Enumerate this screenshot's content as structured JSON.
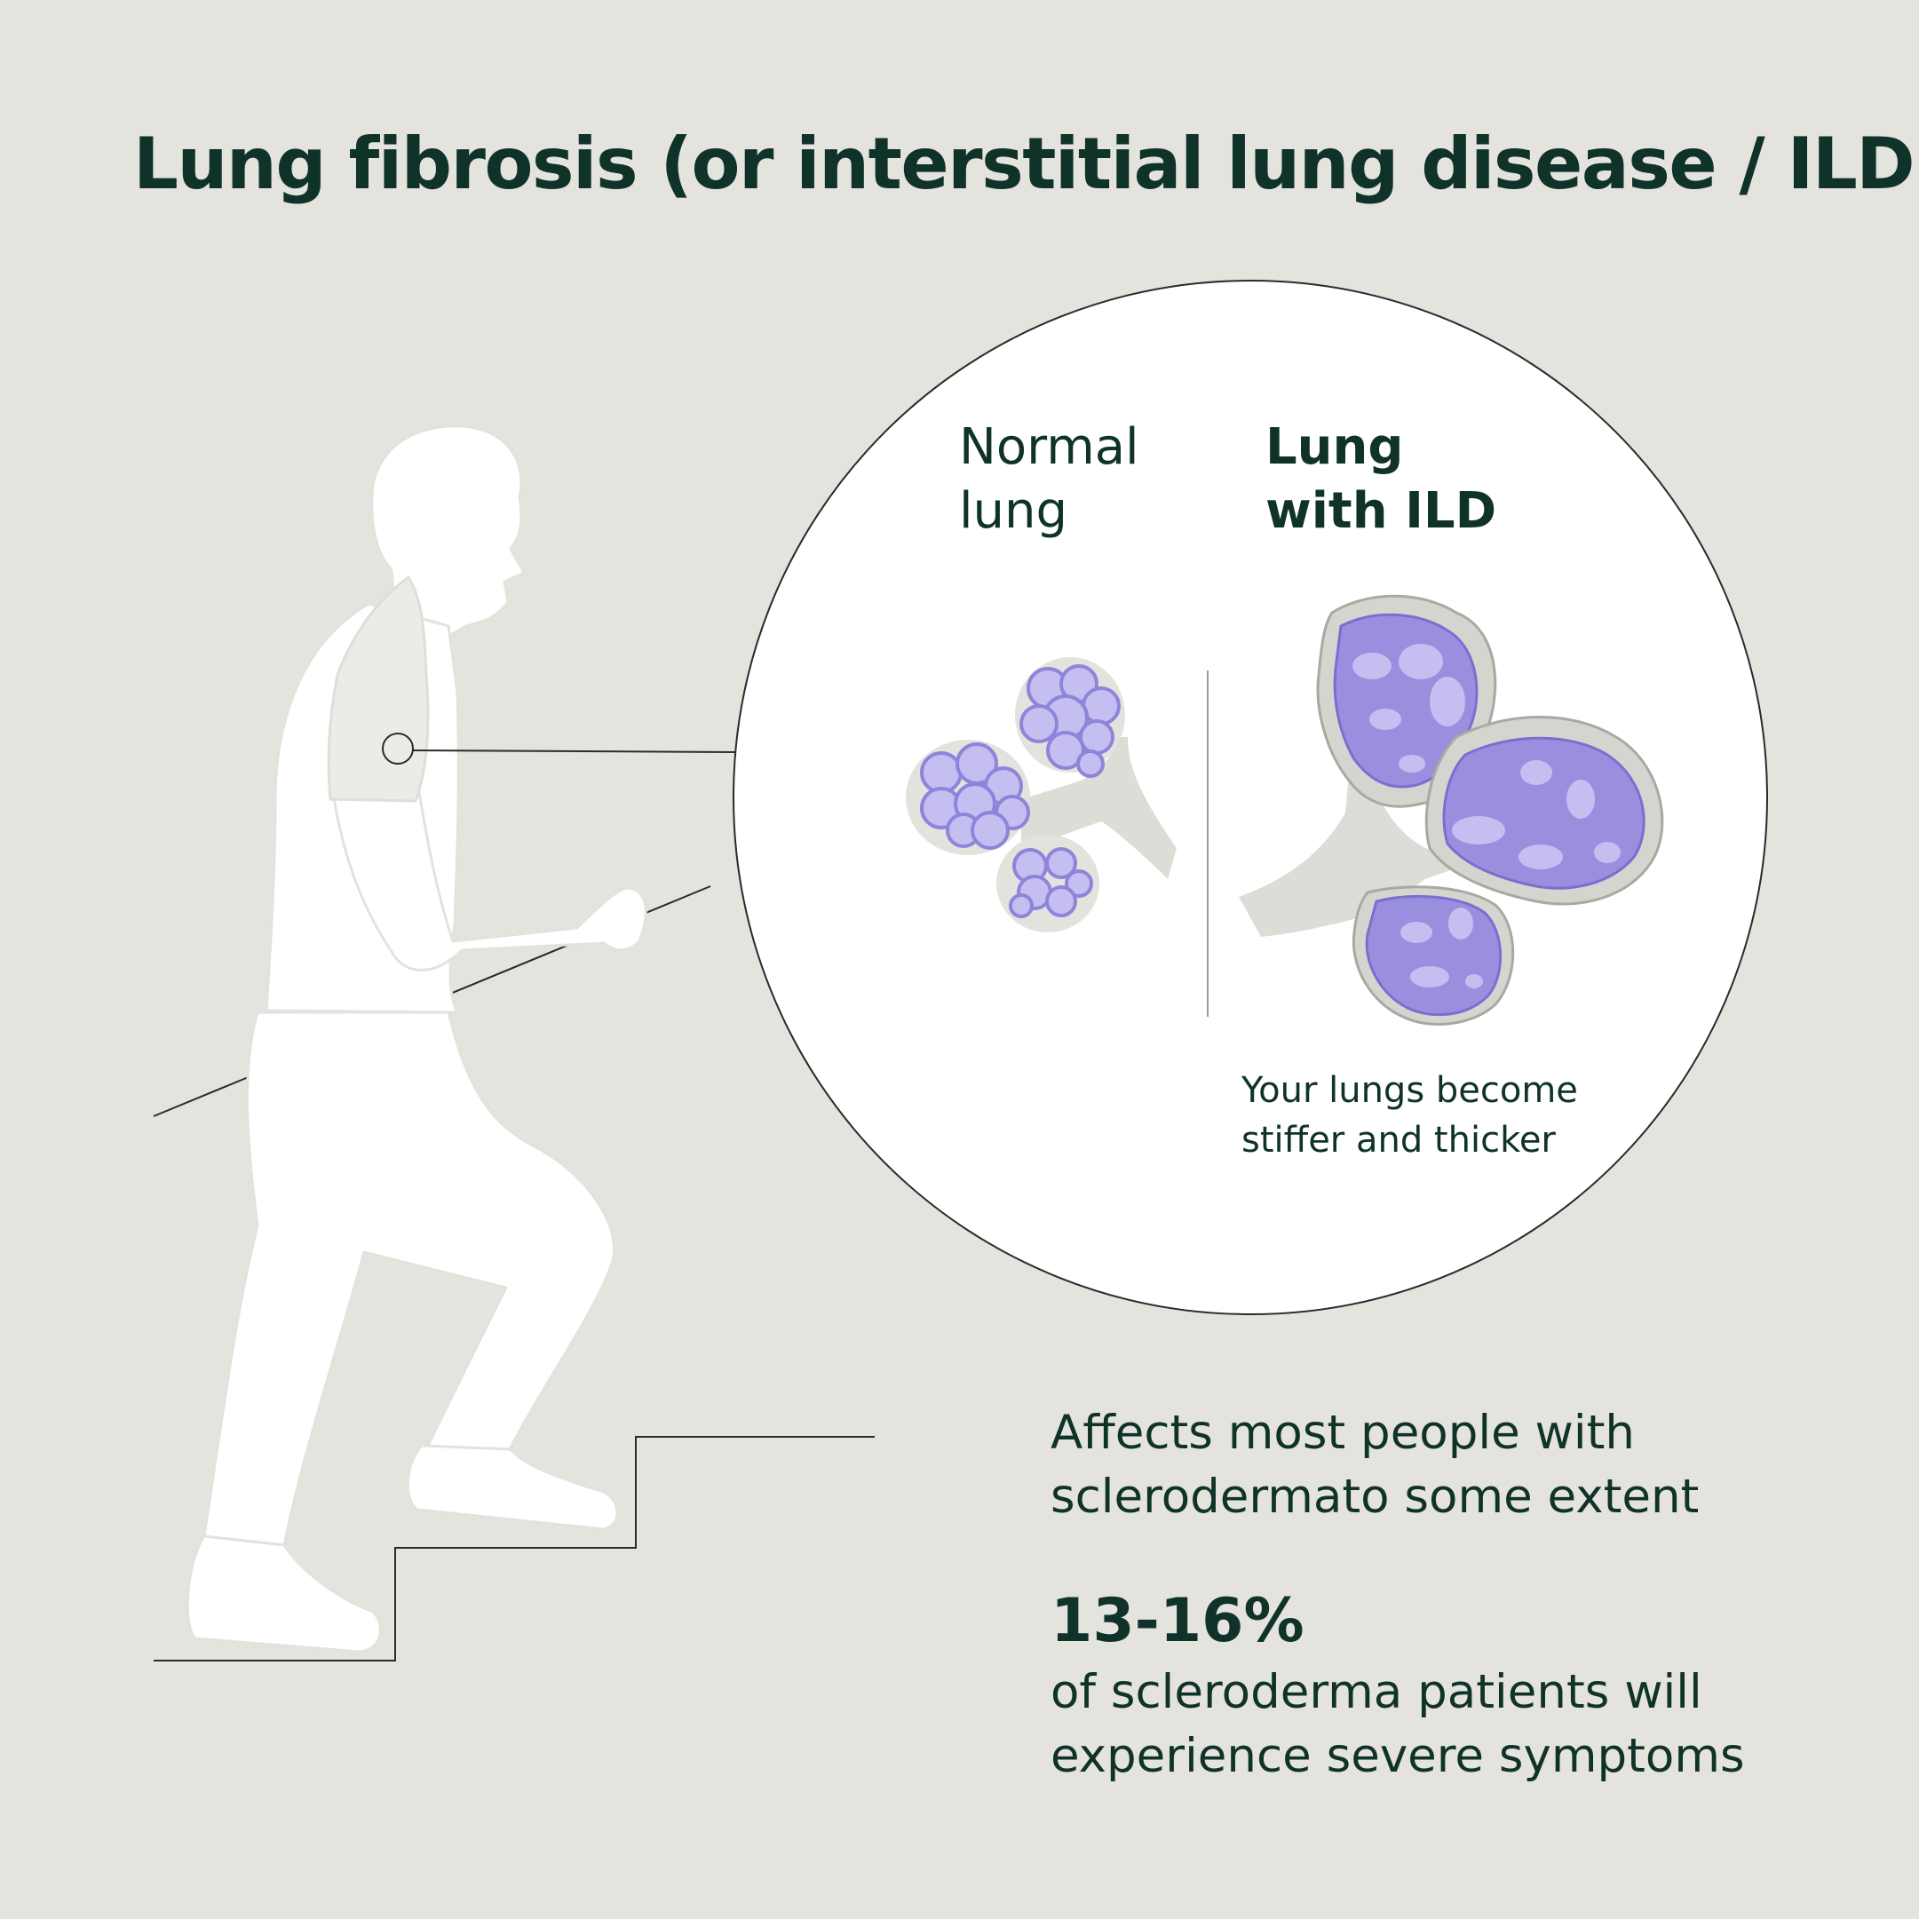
{
  "title": "Lung fibrosis (or interstitial lung disease / ILD)",
  "zoom": {
    "normal_label": [
      "Normal",
      "lung"
    ],
    "ild_label": [
      "Lung",
      "with ILD"
    ],
    "caption": [
      "Your lungs become",
      "stiffer and thicker"
    ]
  },
  "facts": {
    "prevalence": [
      "Affects most people with",
      "sclerodermato some extent"
    ],
    "stat_value": "13-16%",
    "stat_text": [
      "of scleroderma patients will",
      "experience severe symptoms"
    ]
  },
  "colors": {
    "background": "#e5e3de",
    "text": "#0f3329",
    "alveoli_fill": "#c4bff0",
    "alveoli_stroke": "#8e84db",
    "fibrosis_fill": "#9a8fdf",
    "tissue": "#dddcd7"
  }
}
